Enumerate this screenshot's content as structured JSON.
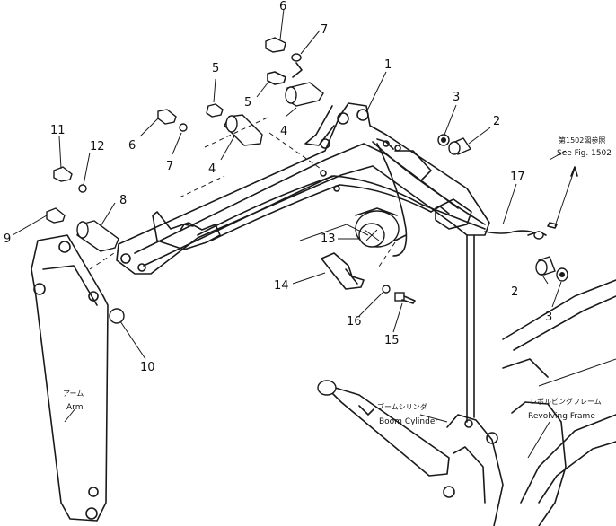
{
  "callouts": [
    "1",
    "2",
    "2",
    "3",
    "3",
    "4",
    "4",
    "5",
    "5",
    "6",
    "6",
    "7",
    "7",
    "8",
    "9",
    "10",
    "11",
    "12",
    "13",
    "14",
    "15",
    "16",
    "17"
  ],
  "labels": {
    "arm_jp": "アーム",
    "arm_en": "Arm",
    "boom_cyl_jp": "ブームシリンダ",
    "boom_cyl_en": "Boom Cylinder",
    "rev_frame_jp": "レボルビングフレーム",
    "rev_frame_en": "Revolving Frame",
    "see_fig_jp": "第1502図参照",
    "see_fig_en": "See Fig. 1502"
  }
}
